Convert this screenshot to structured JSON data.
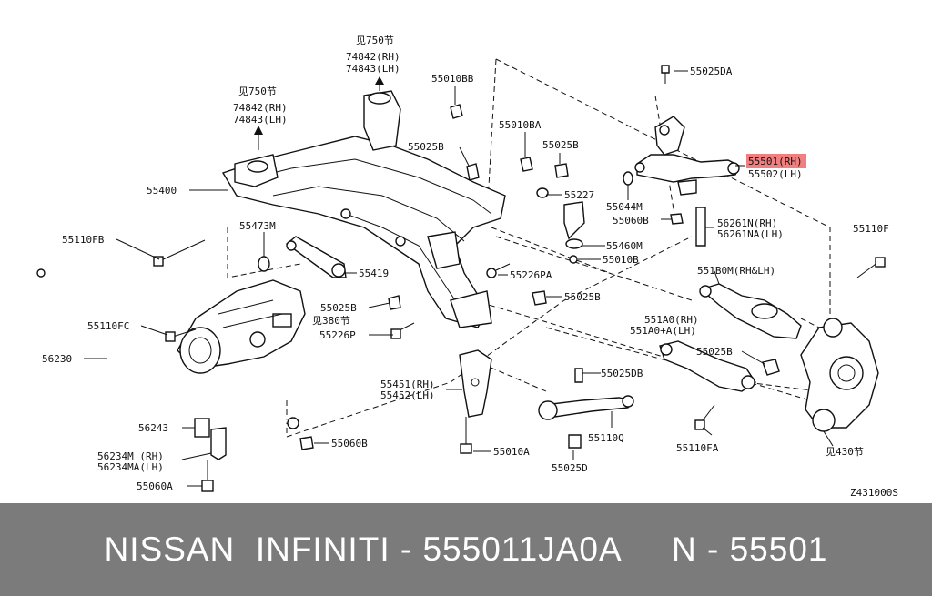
{
  "diagram": {
    "ref_note_1": "见750节",
    "ref_note_1_rh": "74842(RH)",
    "ref_note_1_lh": "74843(LH)",
    "ref_note_2": "见750节",
    "ref_note_2_rh": "74842(RH)",
    "ref_note_2_lh": "74843(LH)",
    "labels": [
      {
        "id": "55025DA",
        "text": "55025DA"
      },
      {
        "id": "55010BB",
        "text": "55010BB"
      },
      {
        "id": "55010BA",
        "text": "55010BA"
      },
      {
        "id": "55025B_a",
        "text": "55025B"
      },
      {
        "id": "55025B_b",
        "text": "55025B"
      },
      {
        "id": "55400",
        "text": "55400"
      },
      {
        "id": "55227",
        "text": "55227"
      },
      {
        "id": "55044M",
        "text": "55044M"
      },
      {
        "id": "55060B_a",
        "text": "55060B"
      },
      {
        "id": "55501",
        "text": "55501(RH)"
      },
      {
        "id": "55502",
        "text": "55502(LH)"
      },
      {
        "id": "56261N",
        "text": "56261N(RH)"
      },
      {
        "id": "56261NA",
        "text": "56261NA(LH)"
      },
      {
        "id": "55110F",
        "text": "55110F"
      },
      {
        "id": "55110FB",
        "text": "55110FB"
      },
      {
        "id": "55473M",
        "text": "55473M"
      },
      {
        "id": "55460M",
        "text": "55460M"
      },
      {
        "id": "55010B",
        "text": "55010B"
      },
      {
        "id": "55419",
        "text": "55419"
      },
      {
        "id": "55226PA",
        "text": "55226PA"
      },
      {
        "id": "551B0M",
        "text": "551B0M(RH&LH)"
      },
      {
        "id": "55025B_c",
        "text": "55025B"
      },
      {
        "id": "55025B_d",
        "text": "55025B"
      },
      {
        "id": "55110FC",
        "text": "55110FC"
      },
      {
        "id": "ref380",
        "text": "见380节"
      },
      {
        "id": "55226P",
        "text": "55226P"
      },
      {
        "id": "551A0",
        "text": "551A0(RH)"
      },
      {
        "id": "551A0A",
        "text": "551A0+A(LH)"
      },
      {
        "id": "55025B_e",
        "text": "55025B"
      },
      {
        "id": "56230",
        "text": "56230"
      },
      {
        "id": "55025DB",
        "text": "55025DB"
      },
      {
        "id": "55451",
        "text": "55451(RH)"
      },
      {
        "id": "55452",
        "text": "55452(LH)"
      },
      {
        "id": "56243",
        "text": "56243"
      },
      {
        "id": "55110Q",
        "text": "55110Q"
      },
      {
        "id": "55060B_b",
        "text": "55060B"
      },
      {
        "id": "55110FA",
        "text": "55110FA"
      },
      {
        "id": "ref430",
        "text": "见430节"
      },
      {
        "id": "56234M",
        "text": "56234M (RH)"
      },
      {
        "id": "56234MA",
        "text": "56234MA(LH)"
      },
      {
        "id": "55010A",
        "text": "55010A"
      },
      {
        "id": "55060A",
        "text": "55060A"
      },
      {
        "id": "55025D",
        "text": "55025D"
      },
      {
        "id": "code",
        "text": "Z431000S"
      }
    ],
    "highlight_color": "#f08080"
  },
  "footer": {
    "text": "NISSAN  INFINITI - 555011JA0A     N - 55501",
    "background": "#7b7b7b",
    "color": "#ffffff"
  }
}
